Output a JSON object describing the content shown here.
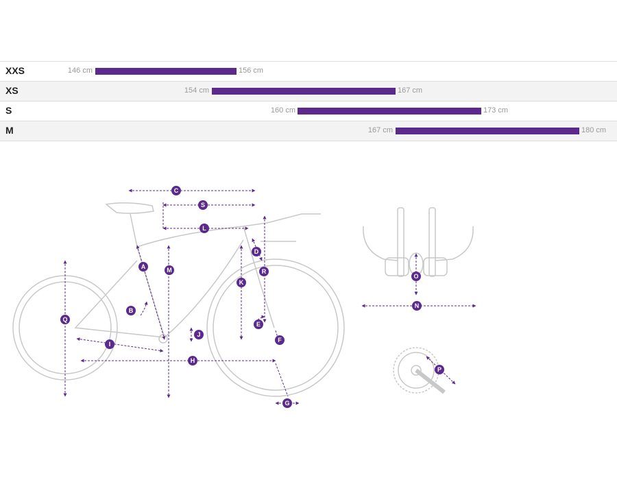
{
  "size_chart": {
    "accent_color": "#5b2a8c",
    "rows": [
      {
        "size": "XXS",
        "min": "146 cm",
        "max": "156 cm",
        "min_cm": 146,
        "max_cm": 156
      },
      {
        "size": "XS",
        "min": "154 cm",
        "max": "167 cm",
        "min_cm": 154,
        "max_cm": 167
      },
      {
        "size": "S",
        "min": "160 cm",
        "max": "173 cm",
        "min_cm": 160,
        "max_cm": 173
      },
      {
        "size": "M",
        "min": "167 cm",
        "max": "180 cm",
        "min_cm": 167,
        "max_cm": 180
      }
    ]
  },
  "geometry": {
    "line_color": "#5b2a8c",
    "frame_color": "#c8c8c8",
    "markers": {
      "A": "A",
      "B": "B",
      "C": "C",
      "D": "D",
      "E": "E",
      "F": "F",
      "G": "G",
      "H": "H",
      "I": "I",
      "J": "J",
      "K": "K",
      "L": "L",
      "M": "M",
      "N": "N",
      "O": "O",
      "P": "P",
      "Q": "Q",
      "R": "R",
      "S": "S"
    }
  }
}
